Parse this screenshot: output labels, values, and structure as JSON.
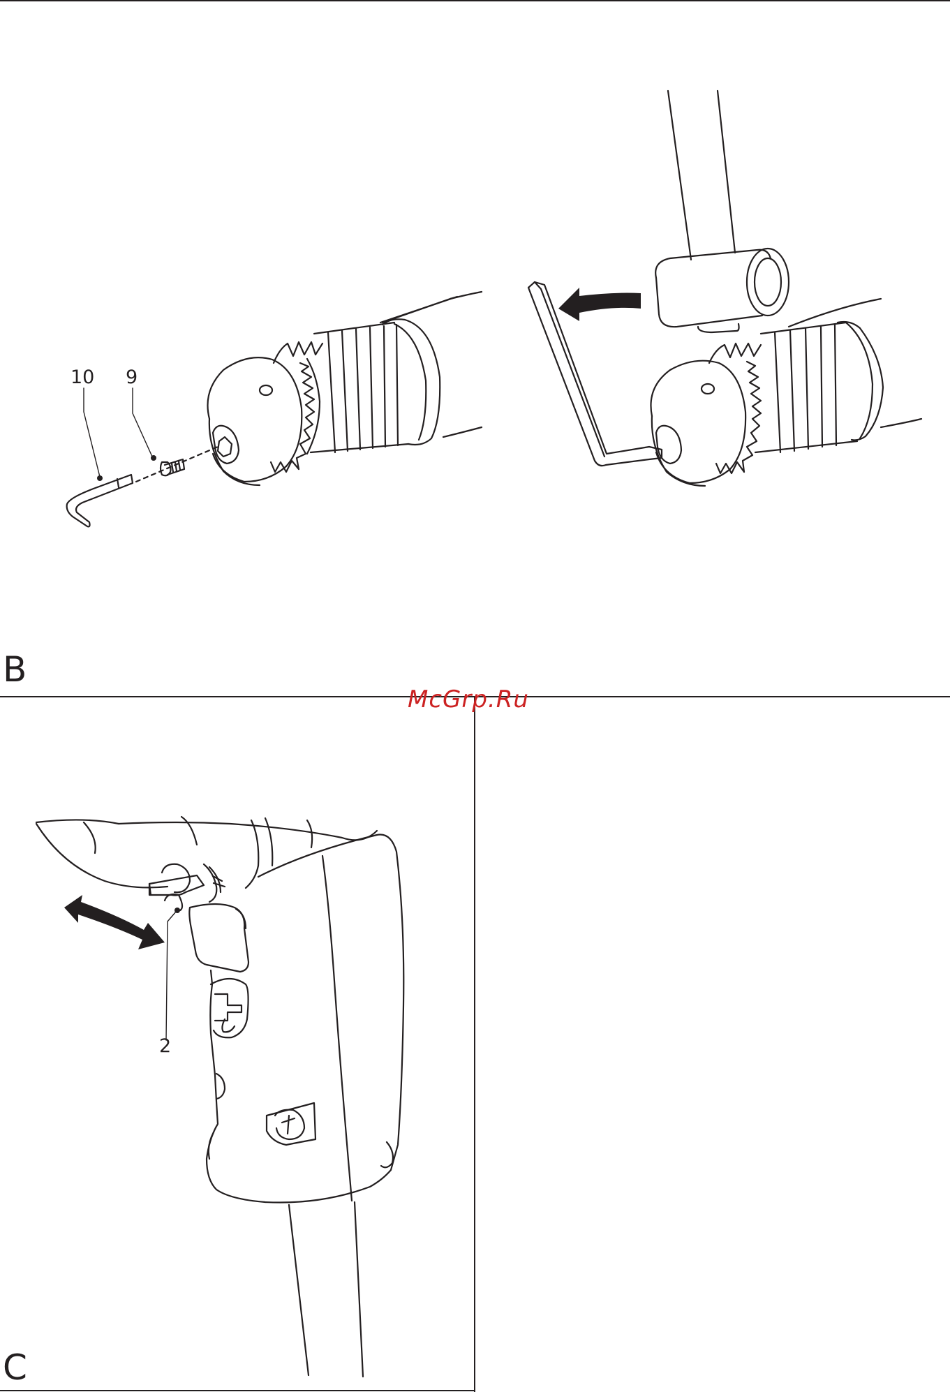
{
  "figure_b": {
    "letter": "B",
    "callouts": {
      "hex_key": "10",
      "screw": "9"
    }
  },
  "figure_c": {
    "letter": "C",
    "callouts": {
      "reversing_lever": "2"
    }
  },
  "watermark": {
    "text": "McGrp.Ru",
    "color": "#cc2222"
  },
  "colors": {
    "ink": "#231f20",
    "paper": "#ffffff"
  }
}
